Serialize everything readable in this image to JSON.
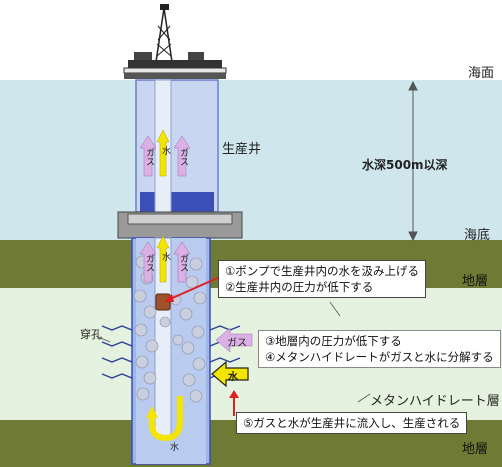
{
  "colors": {
    "sky": "#ffffff",
    "sea": "#cfe7ec",
    "seabed_layer": "#6f7a34",
    "hydrate_layer": "#e4f2df",
    "bottom_layer": "#6f7a34",
    "well": "#9fb6e6",
    "well_dark": "#3a4fb8",
    "gas_arrow": "#dbb0e4",
    "water_arrow": "#f4e500",
    "red_arrow": "#e02020"
  },
  "labels": {
    "sea_surface": "海面",
    "water_depth": "水深500m以深",
    "seabed": "海底",
    "production_well": "生産井",
    "stratum_upper": "地層",
    "stratum_lower": "地層",
    "hydrate_layer": "メタンハイドレート層",
    "perforation": "穿孔",
    "gas": "ガス",
    "water": "水"
  },
  "steps": {
    "s1": "①ポンプで生産井内の水を汲み上げる",
    "s2": "②生産井内の圧力が低下する",
    "s3": "③地層内の圧力が低下する",
    "s4": "④メタンハイドレートがガスと水に分解する",
    "s5": "⑤ガスと水が生産井に流入し、生産される"
  }
}
